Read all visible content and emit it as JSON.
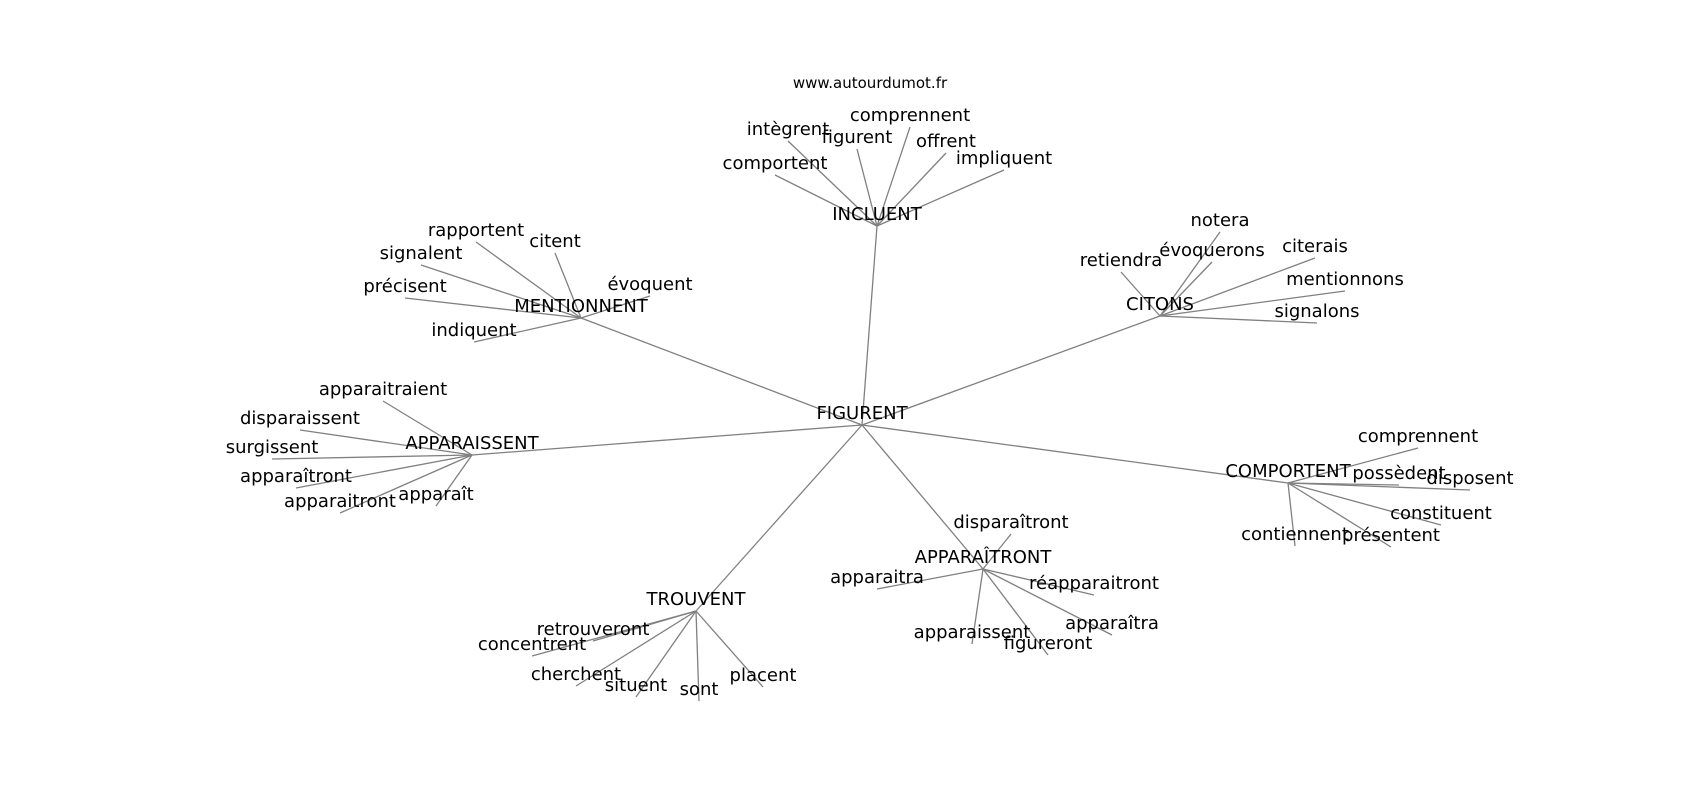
{
  "site": "www.autourdumot.fr",
  "colors": {
    "edge": "#808080",
    "text": "#000000",
    "background": "#ffffff"
  },
  "graph": {
    "center": "FIGURENT",
    "nodes": [
      {
        "id": "FIGURENT",
        "label": "FIGURENT"
      },
      {
        "id": "INCLUENT",
        "label": "INCLUENT"
      },
      {
        "id": "MENTIONNENT",
        "label": "MENTIONNENT"
      },
      {
        "id": "CITONS",
        "label": "CITONS"
      },
      {
        "id": "APPARAISSENT",
        "label": "APPARAISSENT"
      },
      {
        "id": "COMPORTENT",
        "label": "COMPORTENT"
      },
      {
        "id": "APPARAITRONT",
        "label": "APPARAÎTRONT"
      },
      {
        "id": "TROUVENT",
        "label": "TROUVENT"
      },
      {
        "id": "inc_integrent",
        "label": "intègrent"
      },
      {
        "id": "inc_figurent",
        "label": "figurent"
      },
      {
        "id": "inc_comprennent",
        "label": "comprennent"
      },
      {
        "id": "inc_offrent",
        "label": "offrent"
      },
      {
        "id": "inc_impliquent",
        "label": "impliquent"
      },
      {
        "id": "inc_comportent",
        "label": "comportent"
      },
      {
        "id": "men_rapportent",
        "label": "rapportent"
      },
      {
        "id": "men_citent",
        "label": "citent"
      },
      {
        "id": "men_signalent",
        "label": "signalent"
      },
      {
        "id": "men_evoquent",
        "label": "évoquent"
      },
      {
        "id": "men_precisent",
        "label": "précisent"
      },
      {
        "id": "men_indiquent",
        "label": "indiquent"
      },
      {
        "id": "cit_notera",
        "label": "notera"
      },
      {
        "id": "cit_evoquerons",
        "label": "évoquerons"
      },
      {
        "id": "cit_retiendra",
        "label": "retiendra"
      },
      {
        "id": "cit_citerais",
        "label": "citerais"
      },
      {
        "id": "cit_mentionnons",
        "label": "mentionnons"
      },
      {
        "id": "cit_signalons",
        "label": "signalons"
      },
      {
        "id": "app_apparaitraient",
        "label": "apparaitraient"
      },
      {
        "id": "app_disparaissent",
        "label": "disparaissent"
      },
      {
        "id": "app_surgissent",
        "label": "surgissent"
      },
      {
        "id": "app_apparaitront_c",
        "label": "apparaîtront"
      },
      {
        "id": "app_apparaitront",
        "label": "apparaitront"
      },
      {
        "id": "app_apparait",
        "label": "apparaît"
      },
      {
        "id": "com_comprennent",
        "label": "comprennent"
      },
      {
        "id": "com_possedent",
        "label": "possèdent"
      },
      {
        "id": "com_disposent",
        "label": "disposent"
      },
      {
        "id": "com_constituent",
        "label": "constituent"
      },
      {
        "id": "com_contiennent",
        "label": "contiennent"
      },
      {
        "id": "com_presentent",
        "label": "présentent"
      },
      {
        "id": "apt_disparaitront",
        "label": "disparaîtront"
      },
      {
        "id": "apt_apparaitra",
        "label": "apparaitra"
      },
      {
        "id": "apt_reapparaitront",
        "label": "réapparaitront"
      },
      {
        "id": "apt_apparaitra_c",
        "label": "apparaîtra"
      },
      {
        "id": "apt_apparaissent",
        "label": "apparaissent"
      },
      {
        "id": "apt_figureront",
        "label": "figureront"
      },
      {
        "id": "tro_retrouveront",
        "label": "retrouveront"
      },
      {
        "id": "tro_concentrent",
        "label": "concentrent"
      },
      {
        "id": "tro_cherchent",
        "label": "cherchent"
      },
      {
        "id": "tro_situent",
        "label": "situent"
      },
      {
        "id": "tro_sont",
        "label": "sont"
      },
      {
        "id": "tro_placent",
        "label": "placent"
      }
    ],
    "edges": [
      [
        "FIGURENT",
        "INCLUENT"
      ],
      [
        "FIGURENT",
        "MENTIONNENT"
      ],
      [
        "FIGURENT",
        "CITONS"
      ],
      [
        "FIGURENT",
        "APPARAISSENT"
      ],
      [
        "FIGURENT",
        "COMPORTENT"
      ],
      [
        "FIGURENT",
        "APPARAITRONT"
      ],
      [
        "FIGURENT",
        "TROUVENT"
      ],
      [
        "INCLUENT",
        "inc_integrent"
      ],
      [
        "INCLUENT",
        "inc_figurent"
      ],
      [
        "INCLUENT",
        "inc_comprennent"
      ],
      [
        "INCLUENT",
        "inc_offrent"
      ],
      [
        "INCLUENT",
        "inc_impliquent"
      ],
      [
        "INCLUENT",
        "inc_comportent"
      ],
      [
        "MENTIONNENT",
        "men_rapportent"
      ],
      [
        "MENTIONNENT",
        "men_citent"
      ],
      [
        "MENTIONNENT",
        "men_signalent"
      ],
      [
        "MENTIONNENT",
        "men_evoquent"
      ],
      [
        "MENTIONNENT",
        "men_precisent"
      ],
      [
        "MENTIONNENT",
        "men_indiquent"
      ],
      [
        "CITONS",
        "cit_notera"
      ],
      [
        "CITONS",
        "cit_evoquerons"
      ],
      [
        "CITONS",
        "cit_retiendra"
      ],
      [
        "CITONS",
        "cit_citerais"
      ],
      [
        "CITONS",
        "cit_mentionnons"
      ],
      [
        "CITONS",
        "cit_signalons"
      ],
      [
        "APPARAISSENT",
        "app_apparaitraient"
      ],
      [
        "APPARAISSENT",
        "app_disparaissent"
      ],
      [
        "APPARAISSENT",
        "app_surgissent"
      ],
      [
        "APPARAISSENT",
        "app_apparaitront_c"
      ],
      [
        "APPARAISSENT",
        "app_apparaitront"
      ],
      [
        "APPARAISSENT",
        "app_apparait"
      ],
      [
        "COMPORTENT",
        "com_comprennent"
      ],
      [
        "COMPORTENT",
        "com_possedent"
      ],
      [
        "COMPORTENT",
        "com_disposent"
      ],
      [
        "COMPORTENT",
        "com_constituent"
      ],
      [
        "COMPORTENT",
        "com_contiennent"
      ],
      [
        "COMPORTENT",
        "com_presentent"
      ],
      [
        "APPARAITRONT",
        "apt_disparaitront"
      ],
      [
        "APPARAITRONT",
        "apt_apparaitra"
      ],
      [
        "APPARAITRONT",
        "apt_reapparaitront"
      ],
      [
        "APPARAITRONT",
        "apt_apparaitra_c"
      ],
      [
        "APPARAITRONT",
        "apt_apparaissent"
      ],
      [
        "APPARAITRONT",
        "apt_figureront"
      ],
      [
        "TROUVENT",
        "tro_retrouveront"
      ],
      [
        "TROUVENT",
        "tro_concentrent"
      ],
      [
        "TROUVENT",
        "tro_cherchent"
      ],
      [
        "TROUVENT",
        "tro_situent"
      ],
      [
        "TROUVENT",
        "tro_sont"
      ],
      [
        "TROUVENT",
        "tro_placent"
      ]
    ]
  }
}
